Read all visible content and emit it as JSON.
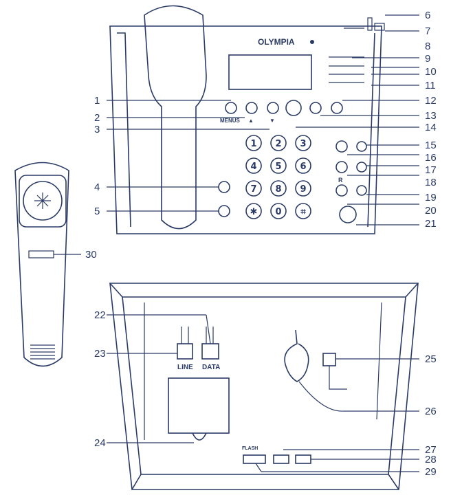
{
  "brand": "OLYMPIA",
  "keypad_keys": [
    "1",
    "2",
    "3",
    "4",
    "5",
    "6",
    "7",
    "8",
    "9",
    "✱",
    "0",
    "⌗"
  ],
  "button_labels": {
    "menus": "MENUS",
    "up": "▲",
    "down": "▼",
    "r": "R"
  },
  "back_labels": {
    "line": "LINE",
    "data": "DATA",
    "flash": "FLASH"
  },
  "callouts": [
    "1",
    "2",
    "3",
    "4",
    "5",
    "6",
    "7",
    "8",
    "9",
    "10",
    "11",
    "12",
    "13",
    "14",
    "15",
    "16",
    "17",
    "18",
    "19",
    "20",
    "21",
    "22",
    "23",
    "24",
    "25",
    "26",
    "27",
    "28",
    "29",
    "30"
  ],
  "colors": {
    "ink": "#2a3a66",
    "paper": "#ffffff"
  }
}
